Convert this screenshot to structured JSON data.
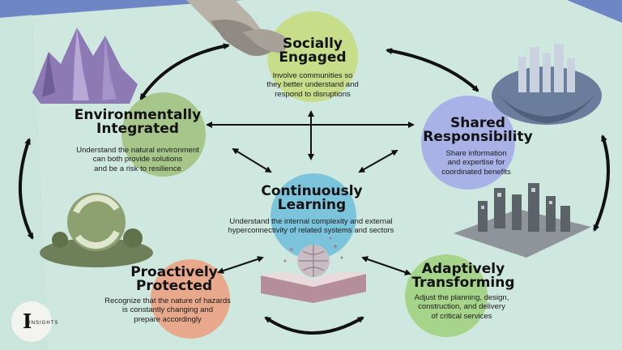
{
  "nodes": {
    "socially": {
      "title1": "Socially",
      "title2": "Engaged",
      "desc1": "Involve communities so",
      "desc2": "they better understand and",
      "desc3": "respond to disruptions",
      "color": "#c7dd8a"
    },
    "environmental": {
      "title1": "Environmentally",
      "title2": "Integrated",
      "desc1": "Understand the natural environment",
      "desc2": "can both provide solutions",
      "desc3": "and be a risk to resilience",
      "color": "#a6c68a"
    },
    "shared": {
      "title1": "Shared",
      "title2": "Responsibility",
      "desc1": "Share information",
      "desc2": "and expertise for",
      "desc3": "coordinated benefits",
      "color": "#a9b2e6"
    },
    "continuous": {
      "title1": "Continuously",
      "title2": "Learning",
      "desc1": "Understand the internal complexity and external",
      "desc2": "hyperconnectivity of related systems and sectors",
      "color": "#7cc4dc"
    },
    "proactive": {
      "title1": "Proactively",
      "title2": "Protected",
      "desc1": "Recognize that the nature of hazards",
      "desc2": "is constantly changing and",
      "desc3": "prepare accordingly",
      "color": "#e8a88c"
    },
    "adaptive": {
      "title1": "Adaptively",
      "title2": "Transforming",
      "desc1": "Adjust the planning, design,",
      "desc2": "construction, and delivery",
      "desc3": "of critical services",
      "color": "#a6d48a"
    }
  },
  "logo": {
    "mark": "I",
    "text": "INSIGHTS"
  },
  "colors": {
    "paper": "#cfe8df",
    "background": "#6f86c4",
    "arrow": "#111111"
  }
}
